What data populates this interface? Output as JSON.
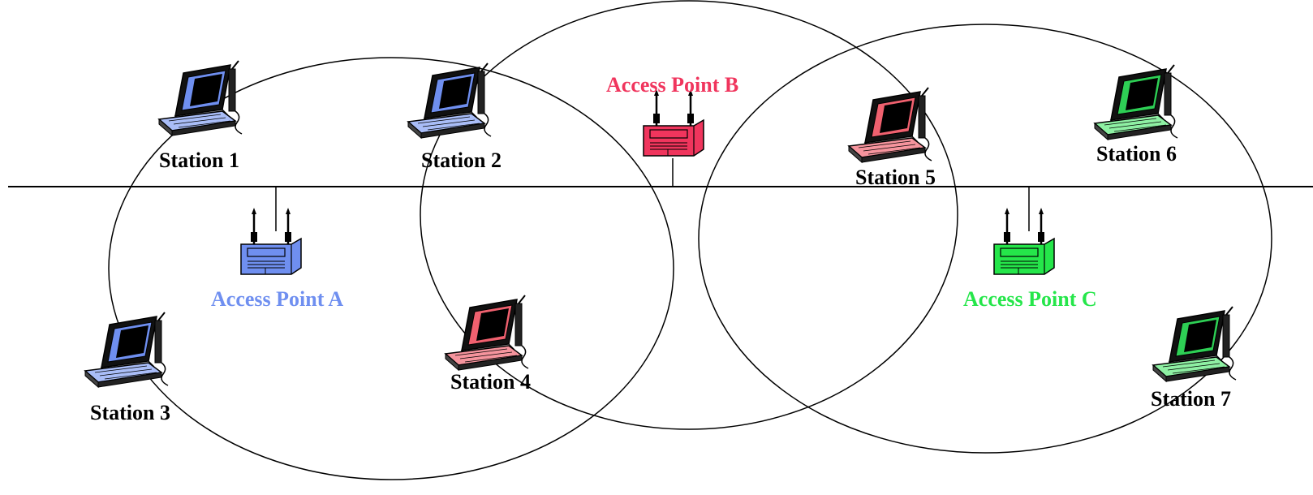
{
  "colors": {
    "ap_a": "#6f8ff0",
    "ap_b": "#f0355d",
    "ap_c": "#25e64a",
    "station_blue": "#6f8ff0",
    "station_red": "#f0616f",
    "station_green": "#2ecf55",
    "text_default": "#000000"
  },
  "access_points": [
    {
      "id": "A",
      "label": "Access Point A",
      "color": "#6f8ff0"
    },
    {
      "id": "B",
      "label": "Access Point B",
      "color": "#f0355d"
    },
    {
      "id": "C",
      "label": "Access Point C",
      "color": "#25e64a"
    }
  ],
  "stations": [
    {
      "label": "Station 1",
      "ap": "A"
    },
    {
      "label": "Station 2",
      "ap": "A"
    },
    {
      "label": "Station 3",
      "ap": "A"
    },
    {
      "label": "Station 4",
      "ap": "B"
    },
    {
      "label": "Station 5",
      "ap": "B"
    },
    {
      "label": "Station 6",
      "ap": "C"
    },
    {
      "label": "Station 7",
      "ap": "C"
    }
  ],
  "icons": {
    "station": "laptop-icon",
    "access_point": "wireless-access-point-icon"
  }
}
